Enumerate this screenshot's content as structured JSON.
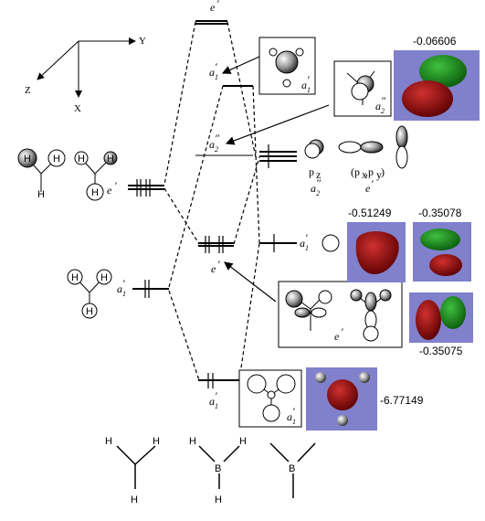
{
  "axes": {
    "x": "X",
    "y": "Y",
    "z": "Z"
  },
  "energies": {
    "a2pp": "-0.06606",
    "a1p_mid": "-0.51249",
    "e_top": "-0.35078",
    "e_bottom": "-0.35075",
    "a1p_low": "-6.77149"
  },
  "symmetry": {
    "e_prime": "e",
    "a1_prime": "a",
    "a2_dprime": "a",
    "sub1": "1",
    "sub2": "2",
    "prime": "′",
    "dprime": "″"
  },
  "orbitals": {
    "pz": "p",
    "pz_sub": "z",
    "pxy": "(p",
    "pxy_x": "x",
    "pxy_comma": ",p",
    "pxy_y": "y",
    "pxy_close": ")"
  },
  "atoms": {
    "H": "H",
    "B": "B"
  },
  "colors": {
    "panel": "#8080cc",
    "red_lobe": "#8b0a0a",
    "green_lobe": "#1a8a1a"
  }
}
